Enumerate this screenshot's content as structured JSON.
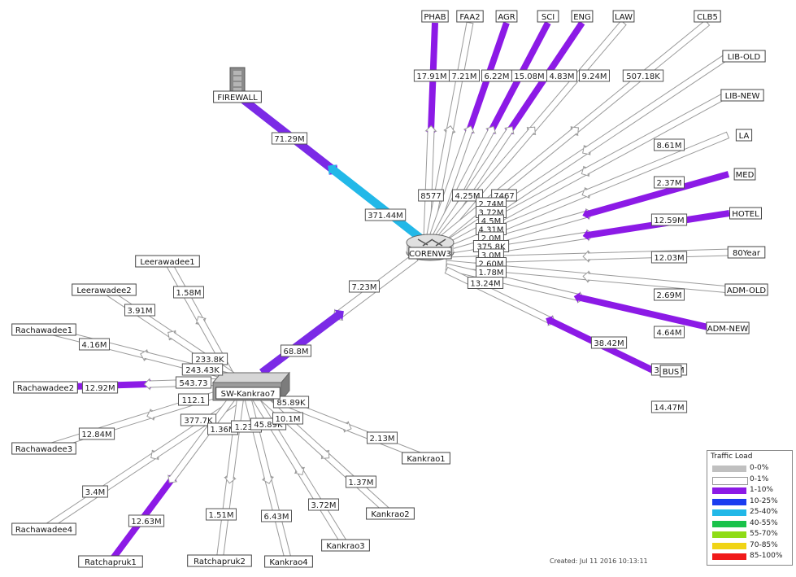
{
  "colors": {
    "background": "#ffffff",
    "link_outline": "#9a9a9a",
    "label_border": "#555555",
    "purple": "#7b2ae6",
    "cyan": "#22b8e8"
  },
  "core_router_label": "CORENW3",
  "distribution_switch_label": "SW-Kankrao7",
  "firewall_label": "FIREWALL",
  "top_sites": [
    {
      "name": "PHAB",
      "bw_top": "17.91M",
      "bw_bottom": "8577",
      "load": "1-10%"
    },
    {
      "name": "FAA2",
      "bw_top": "7.21M",
      "bw_bottom": "4.25M",
      "load": "0-1%"
    },
    {
      "name": "AGR",
      "bw_top": "6.22M",
      "bw_bottom": "7467",
      "load": "1-10%"
    },
    {
      "name": "SCI",
      "bw_top": "15.08M",
      "bw_bottom": "",
      "load": "1-10%"
    },
    {
      "name": "ENG",
      "bw_top": "4.83M",
      "bw_bottom": "",
      "load": "1-10%"
    },
    {
      "name": "LAW",
      "bw_top": "9.24M",
      "bw_bottom": "",
      "load": "0-1%"
    },
    {
      "name": "CLB5",
      "bw_top": "507.18K",
      "bw_bottom": "",
      "load": "0-1%"
    }
  ],
  "right_sites": [
    {
      "name": "LIB-OLD",
      "bw": "",
      "load": "0-1%"
    },
    {
      "name": "LIB-NEW",
      "bw": "8.61M",
      "load": "0-1%"
    },
    {
      "name": "LA",
      "bw": "2.37M",
      "load": "0-1%"
    },
    {
      "name": "MED",
      "bw": "12.59M",
      "load": "1-10%"
    },
    {
      "name": "HOTEL",
      "bw": "12.03M",
      "load": "1-10%"
    },
    {
      "name": "80Year",
      "bw": "2.69M",
      "load": "0-1%"
    },
    {
      "name": "ADM-OLD",
      "bw": "4.64M",
      "load": "0-1%"
    },
    {
      "name": "ADM-NEW",
      "bw": "38.02M",
      "load": "1-10%"
    },
    {
      "name": "BUS",
      "bw": "14.47M",
      "load": "1-10%"
    }
  ],
  "bus_extra_bw": "38.42M",
  "core_near_labels": [
    "2.74M",
    "3.72M",
    "4.5M",
    "4.31M",
    "2.0M",
    "375.8K",
    "3.0M",
    "2.60M",
    "1.78M",
    "13.24M"
  ],
  "firewall_link": {
    "bw_near_firewall": "71.29M",
    "bw_near_core": "371.44M"
  },
  "uplink": {
    "bw_near_core": "7.23M",
    "bw_near_switch": "68.8M"
  },
  "switch_near_labels": [
    "233.8K",
    "243.43K",
    "543.73",
    "112.1",
    "377.7K",
    "1.36M",
    "1.23K",
    "45.89K",
    "85.89K",
    "10.1M"
  ],
  "left_sites": [
    {
      "name": "Leerawadee1",
      "bw": "1.58M",
      "load": "0-1%"
    },
    {
      "name": "Leerawadee2",
      "bw": "3.91M",
      "load": "0-1%"
    },
    {
      "name": "Rachawadee1",
      "bw": "4.16M",
      "load": "0-1%"
    },
    {
      "name": "Rachawadee2",
      "bw": "12.92M",
      "load": "1-10%"
    },
    {
      "name": "Rachawadee3",
      "bw": "12.84M",
      "load": "0-1%"
    },
    {
      "name": "Rachawadee4",
      "bw": "3.4M",
      "load": "0-1%"
    },
    {
      "name": "Ratchapruk1",
      "bw": "12.63M",
      "load": "1-10%"
    },
    {
      "name": "Ratchapruk2",
      "bw": "1.51M",
      "load": "0-1%"
    },
    {
      "name": "Kankrao4",
      "bw": "6.43M",
      "load": "0-1%"
    },
    {
      "name": "Kankrao3",
      "bw": "3.72M",
      "load": "0-1%"
    },
    {
      "name": "Kankrao2",
      "bw": "1.37M",
      "load": "0-1%"
    },
    {
      "name": "Kankrao1",
      "bw": "2.13M",
      "load": "0-1%"
    }
  ],
  "legend": {
    "title": "Traffic Load",
    "items": [
      {
        "label": "0-0%",
        "color": "#c0c0c0"
      },
      {
        "label": "0-1%",
        "color": "#ffffff"
      },
      {
        "label": "1-10%",
        "color": "#8c1ae6"
      },
      {
        "label": "10-25%",
        "color": "#1a3cf0"
      },
      {
        "label": "25-40%",
        "color": "#22b8e8"
      },
      {
        "label": "40-55%",
        "color": "#19c24a"
      },
      {
        "label": "55-70%",
        "color": "#8fdc16"
      },
      {
        "label": "70-85%",
        "color": "#f0d416"
      },
      {
        "label": "85-100%",
        "color": "#f01a1a"
      }
    ]
  },
  "created_text": "Created: Jul 11 2016 10:13:11"
}
